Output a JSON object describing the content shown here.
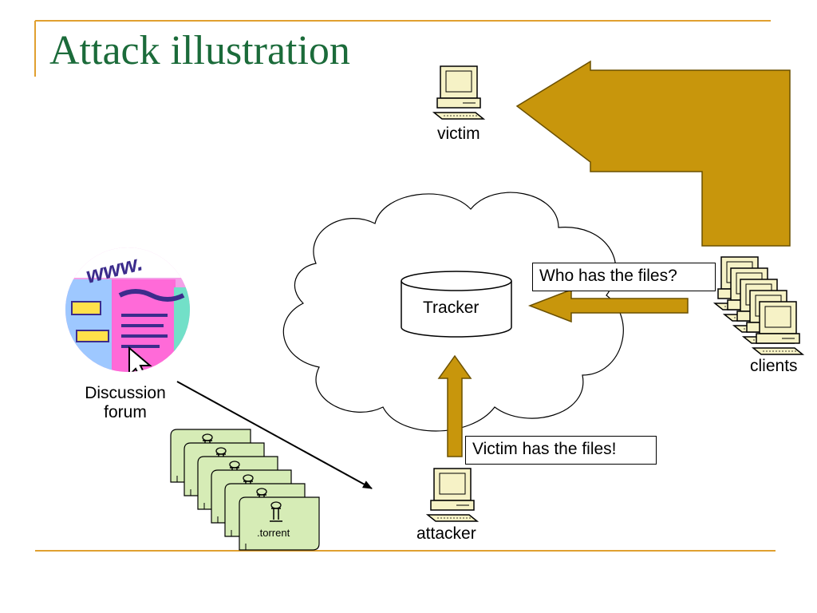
{
  "slide": {
    "title": "Attack illustration"
  },
  "nodes": {
    "victim": "victim",
    "tracker": "Tracker",
    "clients": "clients",
    "forum_line1": "Discussion",
    "forum_line2": "forum",
    "attacker": "attacker",
    "torrent": ".torrent"
  },
  "callouts": {
    "clients_query": "Who has the files?",
    "attacker_reply": "Victim has the files!"
  },
  "forum_logo_text": "www.",
  "colors": {
    "title": "#1b6b3a",
    "rule": "#e0a030",
    "arrow_fill": "#c8960c",
    "arrow_stroke": "#6b5000",
    "torrent_fill": "#d6ecb6",
    "computer_fill": "#f6f2c6"
  }
}
